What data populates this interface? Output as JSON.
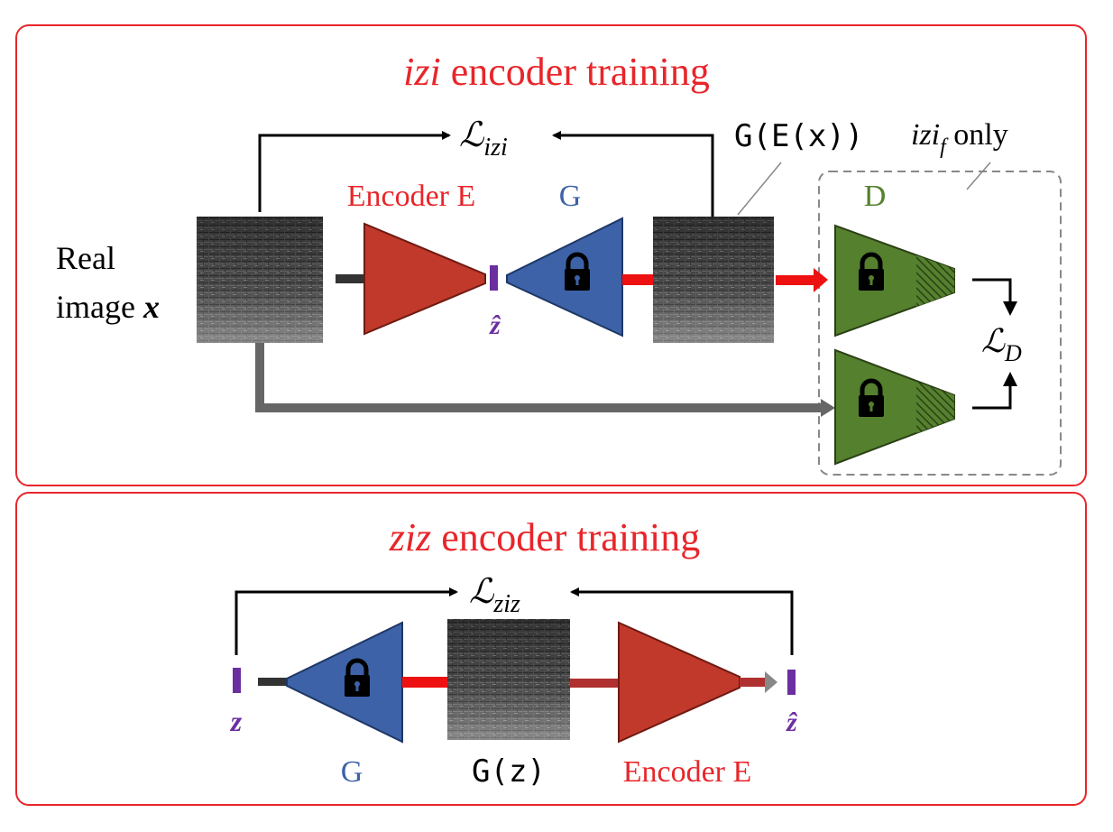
{
  "top_panel": {
    "title_italic": "izi",
    "title_rest": " encoder training",
    "loss_script": "ℒ",
    "loss_subscript": "izi",
    "gex_label": "G(E(x))",
    "izif_base": "izi",
    "izif_sub": "f",
    "izif_rest": " only",
    "encoder_label": "Encoder E",
    "generator_label": "G",
    "discriminator_label": "D",
    "real_image_line1": "Real",
    "real_image_line2": "image ",
    "real_image_symbol": "x",
    "latent_symbol": "ẑ",
    "loss_d_script": "ℒ",
    "loss_d_subscript": "D"
  },
  "bottom_panel": {
    "title_italic": "ziz",
    "title_rest": " encoder training",
    "loss_script": "ℒ",
    "loss_subscript": "ziz",
    "z_left": "z",
    "z_right": "ẑ",
    "generator_label": "G",
    "gz_label": "G(z)",
    "encoder_label": "Encoder E"
  },
  "colors": {
    "panel_border": "#e8262b",
    "title": "#e8262b",
    "encoder_fill": "#c0392b",
    "generator_fill": "#3d62a8",
    "discriminator_fill": "#55802e",
    "latent": "#6b2fa0",
    "arrow_red": "#ee1111",
    "arrow_gray": "#666666"
  }
}
